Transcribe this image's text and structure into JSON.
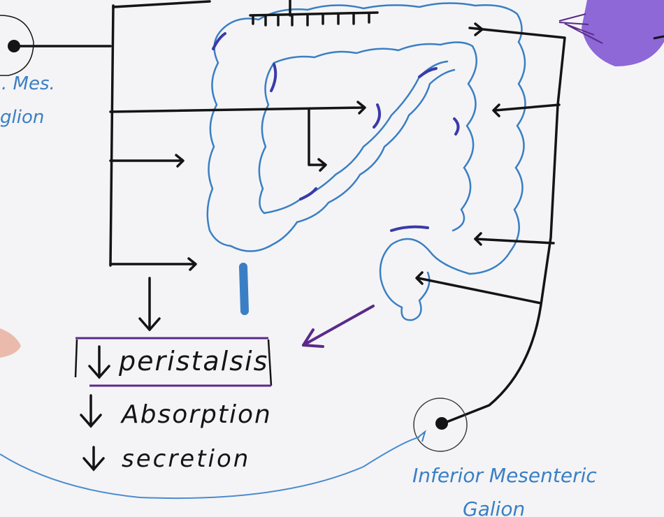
{
  "labels": {
    "superior_ganglion_line1": ". Mes.",
    "superior_ganglion_line2": "glion",
    "effects": [
      "peristalsis",
      "Absorption",
      "secretion"
    ],
    "inferior_ganglion_line1": "Inferior Mesenteric",
    "inferior_ganglion_line2": "Galion"
  },
  "colors": {
    "ink_black": "#141414",
    "ink_blue": "#3a7fc4",
    "ink_dark_blue": "#3a3aa8",
    "ink_purple": "#5a2a8a",
    "whiteboard": "#f4f4f6"
  }
}
